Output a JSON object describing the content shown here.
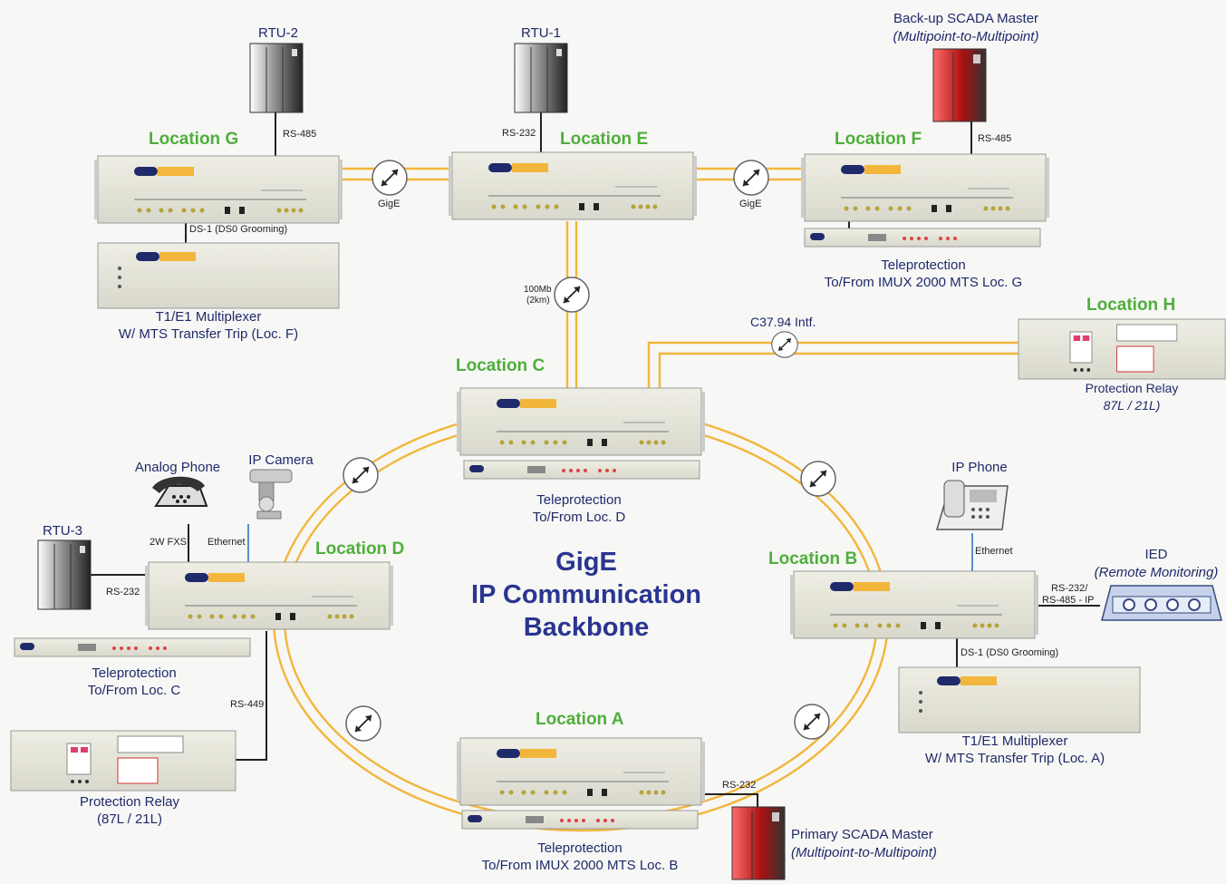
{
  "title": {
    "line1": "GigE",
    "line2": "IP Communication",
    "line3": "Backbone"
  },
  "locations": {
    "g": "Location G",
    "e": "Location E",
    "f": "Location F",
    "h": "Location H",
    "c": "Location C",
    "d": "Location D",
    "b": "Location B",
    "a": "Location A"
  },
  "devices": {
    "rtu2": "RTU-2",
    "rtu1": "RTU-1",
    "rtu3": "RTU-3",
    "backup_scada": "Back-up SCADA Master",
    "backup_scada_sub": "(Multipoint-to-Multipoint)",
    "primary_scada": "Primary SCADA Master",
    "primary_scada_sub": "(Multipoint-to-Multipoint)",
    "analog_phone": "Analog Phone",
    "ip_camera": "IP Camera",
    "ip_phone": "IP Phone",
    "ied": "IED",
    "ied_sub": "(Remote Monitoring)"
  },
  "captions": {
    "mux_g_1": "T1/E1 Multiplexer",
    "mux_g_2": "W/ MTS Transfer Trip (Loc. F)",
    "tp_f_1": "Teleprotection",
    "tp_f_2": "To/From IMUX 2000 MTS Loc. G",
    "relay_h_1": "Protection Relay",
    "relay_h_2": "87L / 21L)",
    "tp_c_1": "Teleprotection",
    "tp_c_2": "To/From Loc. D",
    "tp_d_1": "Teleprotection",
    "tp_d_2": "To/From Loc. C",
    "relay_d_1": "Protection Relay",
    "relay_d_2": "(87L / 21L)",
    "mux_b_1": "T1/E1 Multiplexer",
    "mux_b_2": "W/ MTS Transfer Trip (Loc. A)",
    "tp_a_1": "Teleprotection",
    "tp_a_2": "To/From IMUX 2000 MTS Loc. B"
  },
  "link_labels": {
    "rs485_g": "RS-485",
    "rs232_e": "RS-232",
    "rs485_f": "RS-485",
    "gige_ge": "GigE",
    "gige_ef": "GigE",
    "ds1_g": "DS-1 (DS0 Grooming)",
    "ds1_b": "DS-1 (DS0 Grooming)",
    "mb100_1": "100Mb",
    "mb100_2": "(2km)",
    "c3794": "C37.94 Intf.",
    "fxs": "2W FXS",
    "eth_d": "Ethernet",
    "rs232_d": "RS-232",
    "rs449": "RS-449",
    "eth_b": "Ethernet",
    "rs232_ied_1": "RS-232/",
    "rs232_ied_2": "RS-485 - IP",
    "rs232_a": "RS-232"
  },
  "colors": {
    "location": "#4fae3c",
    "text": "#1f2a6b",
    "fiber": "#f2b63c",
    "backbone": "#2a3590"
  },
  "icons": [
    "server-cabinet-icon",
    "analog-phone-icon",
    "ip-camera-icon",
    "ip-phone-icon",
    "ied-device-icon",
    "fiber-coupler-icon",
    "rack-unit-icon"
  ]
}
